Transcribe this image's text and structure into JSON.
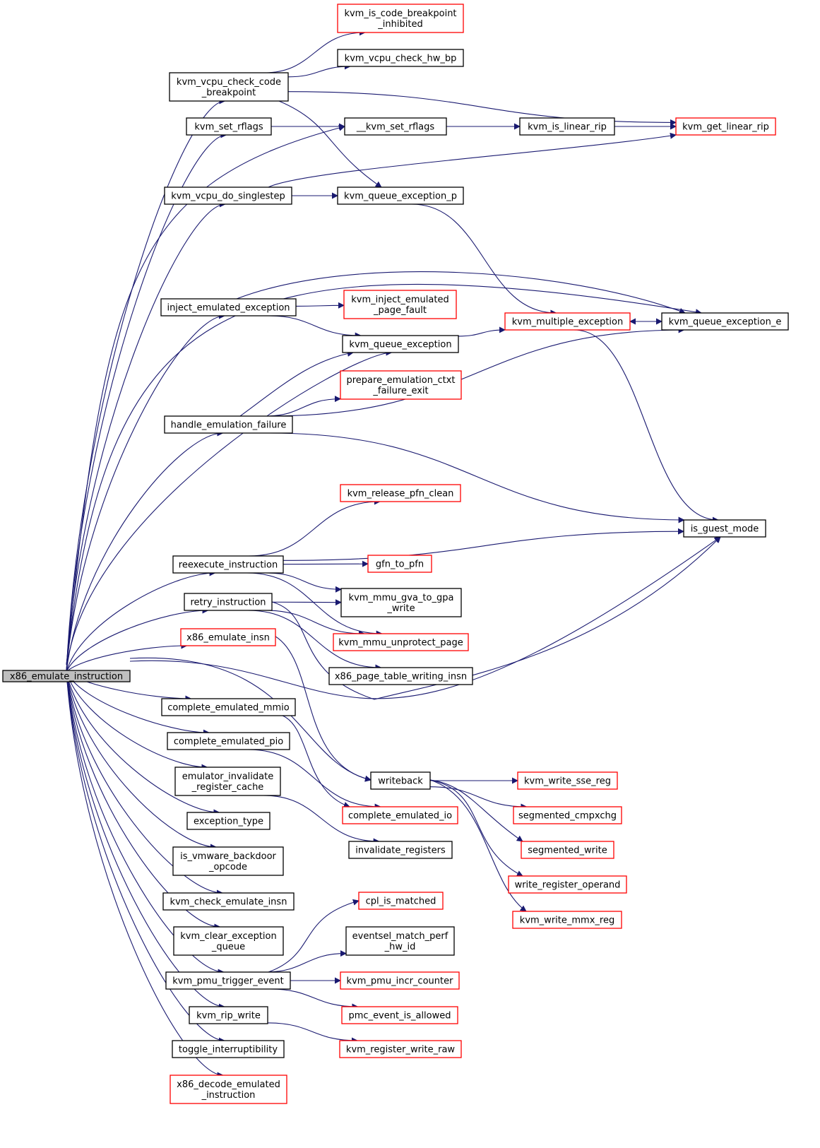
{
  "diagram": {
    "type": "call-graph",
    "nodes": [
      {
        "id": "x86_emulate_instruction",
        "label": [
          "x86_emulate_instruction"
        ],
        "style": "root"
      },
      {
        "id": "kvm_vcpu_check_code_breakpoint",
        "label": [
          "kvm_vcpu_check_code",
          "_breakpoint"
        ],
        "style": "normal"
      },
      {
        "id": "kvm_is_code_breakpoint_inhibited",
        "label": [
          "kvm_is_code_breakpoint",
          "_inhibited"
        ],
        "style": "red"
      },
      {
        "id": "kvm_vcpu_check_hw_bp",
        "label": [
          "kvm_vcpu_check_hw_bp"
        ],
        "style": "normal"
      },
      {
        "id": "kvm_get_linear_rip",
        "label": [
          "kvm_get_linear_rip"
        ],
        "style": "red"
      },
      {
        "id": "kvm_set_rflags",
        "label": [
          "kvm_set_rflags"
        ],
        "style": "normal"
      },
      {
        "id": "__kvm_set_rflags",
        "label": [
          "__kvm_set_rflags"
        ],
        "style": "normal"
      },
      {
        "id": "kvm_is_linear_rip",
        "label": [
          "kvm_is_linear_rip"
        ],
        "style": "normal"
      },
      {
        "id": "kvm_vcpu_do_singlestep",
        "label": [
          "kvm_vcpu_do_singlestep"
        ],
        "style": "normal"
      },
      {
        "id": "kvm_queue_exception_p",
        "label": [
          "kvm_queue_exception_p"
        ],
        "style": "normal"
      },
      {
        "id": "inject_emulated_exception",
        "label": [
          "inject_emulated_exception"
        ],
        "style": "normal"
      },
      {
        "id": "kvm_inject_emulated_page_fault",
        "label": [
          "kvm_inject_emulated",
          "_page_fault"
        ],
        "style": "red"
      },
      {
        "id": "kvm_multiple_exception",
        "label": [
          "kvm_multiple_exception"
        ],
        "style": "red"
      },
      {
        "id": "kvm_queue_exception_e",
        "label": [
          "kvm_queue_exception_e"
        ],
        "style": "normal"
      },
      {
        "id": "kvm_queue_exception",
        "label": [
          "kvm_queue_exception"
        ],
        "style": "normal"
      },
      {
        "id": "prepare_emulation_ctxt_failure_exit",
        "label": [
          "prepare_emulation_ctxt",
          "_failure_exit"
        ],
        "style": "red"
      },
      {
        "id": "handle_emulation_failure",
        "label": [
          "handle_emulation_failure"
        ],
        "style": "normal"
      },
      {
        "id": "kvm_release_pfn_clean",
        "label": [
          "kvm_release_pfn_clean"
        ],
        "style": "red"
      },
      {
        "id": "is_guest_mode",
        "label": [
          "is_guest_mode"
        ],
        "style": "normal"
      },
      {
        "id": "reexecute_instruction",
        "label": [
          "reexecute_instruction"
        ],
        "style": "normal"
      },
      {
        "id": "gfn_to_pfn",
        "label": [
          "gfn_to_pfn"
        ],
        "style": "red"
      },
      {
        "id": "retry_instruction",
        "label": [
          "retry_instruction"
        ],
        "style": "normal"
      },
      {
        "id": "kvm_mmu_gva_to_gpa_write",
        "label": [
          "kvm_mmu_gva_to_gpa",
          "_write"
        ],
        "style": "normal"
      },
      {
        "id": "x86_emulate_insn",
        "label": [
          "x86_emulate_insn"
        ],
        "style": "red"
      },
      {
        "id": "kvm_mmu_unprotect_page",
        "label": [
          "kvm_mmu_unprotect_page"
        ],
        "style": "red"
      },
      {
        "id": "x86_page_table_writing_insn",
        "label": [
          "x86_page_table_writing_insn"
        ],
        "style": "normal"
      },
      {
        "id": "complete_emulated_mmio",
        "label": [
          "complete_emulated_mmio"
        ],
        "style": "normal"
      },
      {
        "id": "complete_emulated_pio",
        "label": [
          "complete_emulated_pio"
        ],
        "style": "normal"
      },
      {
        "id": "writeback",
        "label": [
          "writeback"
        ],
        "style": "normal"
      },
      {
        "id": "kvm_write_sse_reg",
        "label": [
          "kvm_write_sse_reg"
        ],
        "style": "red"
      },
      {
        "id": "emulator_invalidate_register_cache",
        "label": [
          "emulator_invalidate",
          "_register_cache"
        ],
        "style": "normal"
      },
      {
        "id": "segmented_cmpxchg",
        "label": [
          "segmented_cmpxchg"
        ],
        "style": "red"
      },
      {
        "id": "complete_emulated_io",
        "label": [
          "complete_emulated_io"
        ],
        "style": "red"
      },
      {
        "id": "exception_type",
        "label": [
          "exception_type"
        ],
        "style": "normal"
      },
      {
        "id": "segmented_write",
        "label": [
          "segmented_write"
        ],
        "style": "red"
      },
      {
        "id": "invalidate_registers",
        "label": [
          "invalidate_registers"
        ],
        "style": "normal"
      },
      {
        "id": "is_vmware_backdoor_opcode",
        "label": [
          "is_vmware_backdoor",
          "_opcode"
        ],
        "style": "normal"
      },
      {
        "id": "write_register_operand",
        "label": [
          "write_register_operand"
        ],
        "style": "red"
      },
      {
        "id": "kvm_check_emulate_insn",
        "label": [
          "kvm_check_emulate_insn"
        ],
        "style": "normal"
      },
      {
        "id": "cpl_is_matched",
        "label": [
          "cpl_is_matched"
        ],
        "style": "red"
      },
      {
        "id": "kvm_write_mmx_reg",
        "label": [
          "kvm_write_mmx_reg"
        ],
        "style": "red"
      },
      {
        "id": "kvm_clear_exception_queue",
        "label": [
          "kvm_clear_exception",
          "_queue"
        ],
        "style": "normal"
      },
      {
        "id": "eventsel_match_perf_hw_id",
        "label": [
          "eventsel_match_perf",
          "_hw_id"
        ],
        "style": "normal"
      },
      {
        "id": "kvm_pmu_trigger_event",
        "label": [
          "kvm_pmu_trigger_event"
        ],
        "style": "normal"
      },
      {
        "id": "kvm_pmu_incr_counter",
        "label": [
          "kvm_pmu_incr_counter"
        ],
        "style": "red"
      },
      {
        "id": "kvm_rip_write",
        "label": [
          "kvm_rip_write"
        ],
        "style": "normal"
      },
      {
        "id": "pmc_event_is_allowed",
        "label": [
          "pmc_event_is_allowed"
        ],
        "style": "red"
      },
      {
        "id": "toggle_interruptibility",
        "label": [
          "toggle_interruptibility"
        ],
        "style": "normal"
      },
      {
        "id": "kvm_register_write_raw",
        "label": [
          "kvm_register_write_raw"
        ],
        "style": "red"
      },
      {
        "id": "x86_decode_emulated_instruction",
        "label": [
          "x86_decode_emulated",
          "_instruction"
        ],
        "style": "red"
      }
    ],
    "edges": [
      [
        "x86_emulate_instruction",
        "kvm_vcpu_check_code_breakpoint"
      ],
      [
        "x86_emulate_instruction",
        "kvm_set_rflags"
      ],
      [
        "x86_emulate_instruction",
        "__kvm_set_rflags"
      ],
      [
        "x86_emulate_instruction",
        "kvm_vcpu_do_singlestep"
      ],
      [
        "x86_emulate_instruction",
        "kvm_queue_exception_e"
      ],
      [
        "x86_emulate_instruction",
        "inject_emulated_exception"
      ],
      [
        "x86_emulate_instruction",
        "kvm_queue_exception"
      ],
      [
        "x86_emulate_instruction",
        "handle_emulation_failure"
      ],
      [
        "x86_emulate_instruction",
        "reexecute_instruction"
      ],
      [
        "x86_emulate_instruction",
        "retry_instruction"
      ],
      [
        "x86_emulate_instruction",
        "x86_emulate_insn"
      ],
      [
        "x86_emulate_instruction",
        "is_guest_mode"
      ],
      [
        "x86_emulate_instruction",
        "complete_emulated_mmio"
      ],
      [
        "x86_emulate_instruction",
        "complete_emulated_pio"
      ],
      [
        "x86_emulate_instruction",
        "emulator_invalidate_register_cache"
      ],
      [
        "x86_emulate_instruction",
        "writeback"
      ],
      [
        "x86_emulate_instruction",
        "exception_type"
      ],
      [
        "x86_emulate_instruction",
        "is_vmware_backdoor_opcode"
      ],
      [
        "x86_emulate_instruction",
        "kvm_check_emulate_insn"
      ],
      [
        "x86_emulate_instruction",
        "kvm_clear_exception_queue"
      ],
      [
        "x86_emulate_instruction",
        "kvm_pmu_trigger_event"
      ],
      [
        "x86_emulate_instruction",
        "kvm_rip_write"
      ],
      [
        "x86_emulate_instruction",
        "toggle_interruptibility"
      ],
      [
        "x86_emulate_instruction",
        "x86_decode_emulated_instruction"
      ],
      [
        "kvm_vcpu_check_code_breakpoint",
        "kvm_is_code_breakpoint_inhibited"
      ],
      [
        "kvm_vcpu_check_code_breakpoint",
        "kvm_vcpu_check_hw_bp"
      ],
      [
        "kvm_vcpu_check_code_breakpoint",
        "kvm_get_linear_rip"
      ],
      [
        "kvm_vcpu_check_code_breakpoint",
        "kvm_queue_exception_p"
      ],
      [
        "kvm_set_rflags",
        "__kvm_set_rflags"
      ],
      [
        "__kvm_set_rflags",
        "kvm_is_linear_rip"
      ],
      [
        "kvm_is_linear_rip",
        "kvm_get_linear_rip"
      ],
      [
        "kvm_vcpu_do_singlestep",
        "kvm_get_linear_rip"
      ],
      [
        "kvm_vcpu_do_singlestep",
        "kvm_queue_exception_p"
      ],
      [
        "kvm_queue_exception_p",
        "kvm_multiple_exception"
      ],
      [
        "inject_emulated_exception",
        "kvm_queue_exception_e"
      ],
      [
        "inject_emulated_exception",
        "kvm_inject_emulated_page_fault"
      ],
      [
        "inject_emulated_exception",
        "kvm_queue_exception"
      ],
      [
        "kvm_multiple_exception",
        "kvm_queue_exception_e"
      ],
      [
        "kvm_queue_exception_e",
        "kvm_multiple_exception"
      ],
      [
        "kvm_multiple_exception",
        "is_guest_mode"
      ],
      [
        "kvm_queue_exception",
        "kvm_multiple_exception"
      ],
      [
        "handle_emulation_failure",
        "kvm_queue_exception"
      ],
      [
        "handle_emulation_failure",
        "prepare_emulation_ctxt_failure_exit"
      ],
      [
        "handle_emulation_failure",
        "kvm_queue_exception_e"
      ],
      [
        "handle_emulation_failure",
        "is_guest_mode"
      ],
      [
        "reexecute_instruction",
        "kvm_release_pfn_clean"
      ],
      [
        "reexecute_instruction",
        "is_guest_mode"
      ],
      [
        "reexecute_instruction",
        "gfn_to_pfn"
      ],
      [
        "reexecute_instruction",
        "kvm_mmu_gva_to_gpa_write"
      ],
      [
        "reexecute_instruction",
        "kvm_mmu_unprotect_page"
      ],
      [
        "retry_instruction",
        "kvm_mmu_gva_to_gpa_write"
      ],
      [
        "retry_instruction",
        "kvm_mmu_unprotect_page"
      ],
      [
        "retry_instruction",
        "x86_page_table_writing_insn"
      ],
      [
        "retry_instruction",
        "is_guest_mode"
      ],
      [
        "x86_emulate_insn",
        "writeback"
      ],
      [
        "complete_emulated_mmio",
        "complete_emulated_io"
      ],
      [
        "complete_emulated_pio",
        "complete_emulated_io"
      ],
      [
        "emulator_invalidate_register_cache",
        "invalidate_registers"
      ],
      [
        "writeback",
        "kvm_write_sse_reg"
      ],
      [
        "writeback",
        "segmented_cmpxchg"
      ],
      [
        "writeback",
        "segmented_write"
      ],
      [
        "writeback",
        "write_register_operand"
      ],
      [
        "writeback",
        "kvm_write_mmx_reg"
      ],
      [
        "kvm_pmu_trigger_event",
        "cpl_is_matched"
      ],
      [
        "kvm_pmu_trigger_event",
        "eventsel_match_perf_hw_id"
      ],
      [
        "kvm_pmu_trigger_event",
        "kvm_pmu_incr_counter"
      ],
      [
        "kvm_pmu_trigger_event",
        "pmc_event_is_allowed"
      ],
      [
        "kvm_rip_write",
        "kvm_register_write_raw"
      ]
    ]
  },
  "colors": {
    "edge": "#191970",
    "node_border": "#000000",
    "node_border_red": "#ff0000",
    "root_fill": "#bfbfbf",
    "node_fill": "#ffffff"
  }
}
